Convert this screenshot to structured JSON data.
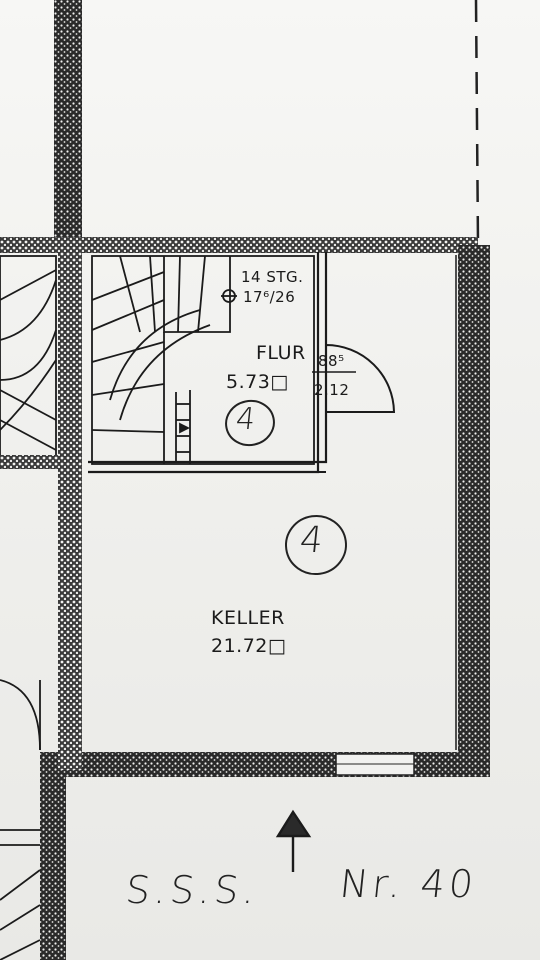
{
  "rooms": {
    "stairs": {
      "steps": "14 STG.",
      "rise_run": "17⁶/26"
    },
    "flur": {
      "name": "FLUR",
      "area": "5.73□",
      "door_width": "88⁵",
      "door_height": "2.12",
      "note": "4"
    },
    "keller": {
      "name": "KELLER",
      "area": "21.72□",
      "note": "4"
    }
  },
  "annotations": {
    "left_text": "S.S.S.",
    "right_text": "Nr. 40"
  },
  "colors": {
    "ink": "#1b1b1b",
    "paper": "#f4f4f2",
    "wall_fill": "#2a2a2a"
  }
}
